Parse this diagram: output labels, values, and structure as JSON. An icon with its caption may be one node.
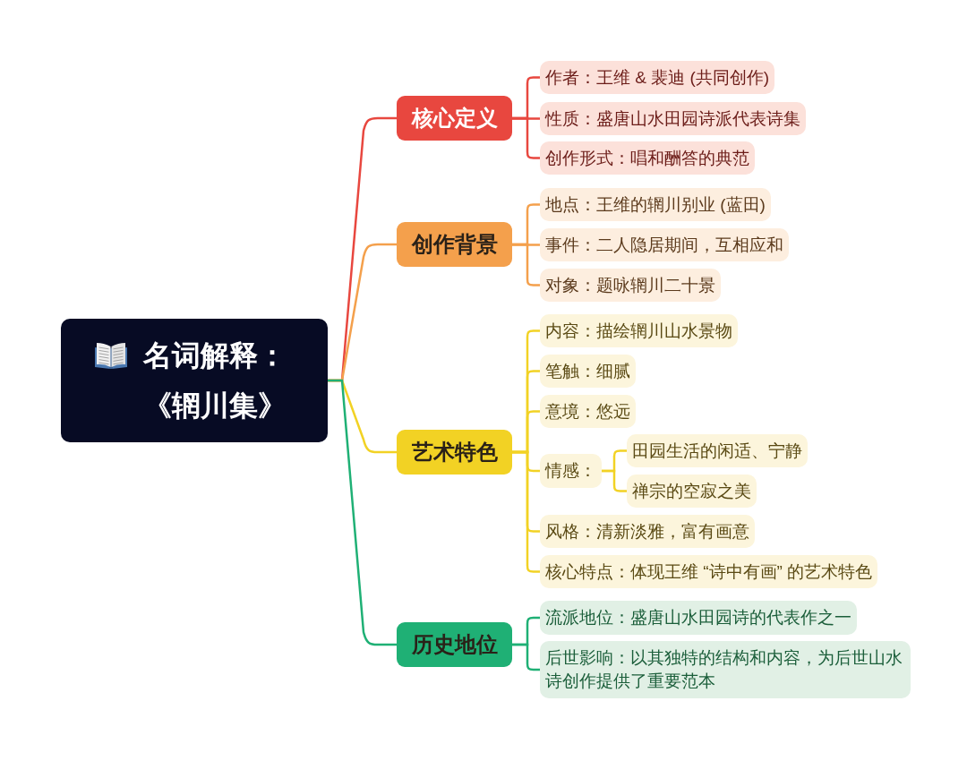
{
  "diagram": {
    "nodes": [
      {
        "text": [
          "名词解释：《辋川集》"
        ]
      },
      {
        "text": [
          "核心定义"
        ]
      },
      {
        "text": [
          "作者：王维 & 裴迪 (共同创作)"
        ]
      },
      {
        "text": [
          "性质：盛唐山水田园诗派代表诗集"
        ]
      },
      {
        "text": [
          "创作形式：唱和酬答的典范"
        ]
      },
      {
        "text": [
          "创作背景"
        ]
      },
      {
        "text": [
          "地点：王维的辋川别业 (蓝田)"
        ]
      },
      {
        "text": [
          "事件：二人隐居期间，互相应和"
        ]
      },
      {
        "text": [
          "对象：题咏辋川二十景"
        ]
      },
      {
        "text": [
          "艺术特色"
        ]
      },
      {
        "text": [
          "内容：描绘辋川山水景物"
        ]
      },
      {
        "text": [
          "笔触：细腻"
        ]
      },
      {
        "text": [
          "意境：悠远"
        ]
      },
      {
        "text": [
          "情感："
        ]
      },
      {
        "text": [
          "田园生活的闲适、宁静"
        ]
      },
      {
        "text": [
          "禅宗的空寂之美"
        ]
      },
      {
        "text": [
          "风格：清新淡雅，富有画意"
        ]
      },
      {
        "text": [
          "核心特点：体现王维 “诗中有画” 的艺术特色"
        ]
      },
      {
        "text": [
          "历史地位"
        ]
      },
      {
        "text": [
          "流派地位：盛唐山水田园诗的代表作之一"
        ]
      },
      {
        "text": [
          "后世影响：以其独特的结构和内容，为后世山水诗创作提供了重要范本"
        ]
      }
    ],
    "edges": [
      {
        "from": 0,
        "to": 1,
        "arrow": "none",
        "color": "#e8473f"
      },
      {
        "from": 1,
        "to": 2,
        "arrow": "none",
        "color": "#e8473f"
      },
      {
        "from": 1,
        "to": 3,
        "arrow": "none",
        "color": "#e8473f"
      },
      {
        "from": 1,
        "to": 4,
        "arrow": "none",
        "color": "#e8473f"
      },
      {
        "from": 0,
        "to": 5,
        "arrow": "none",
        "color": "#f4a04c"
      },
      {
        "from": 5,
        "to": 6,
        "arrow": "none",
        "color": "#f4a04c"
      },
      {
        "from": 5,
        "to": 7,
        "arrow": "none",
        "color": "#f4a04c"
      },
      {
        "from": 5,
        "to": 8,
        "arrow": "none",
        "color": "#f4a04c"
      },
      {
        "from": 0,
        "to": 9,
        "arrow": "none"
      },
      {
        "from": 9,
        "to": 10,
        "arrow": "none"
      },
      {
        "from": 9,
        "to": 11,
        "arrow": "none"
      },
      {
        "from": 9,
        "to": 12,
        "arrow": "none"
      },
      {
        "from": 9,
        "to": 13,
        "arrow": "none"
      },
      {
        "from": 13,
        "to": 14,
        "arrow": "none"
      },
      {
        "from": 13,
        "to": 15,
        "arrow": "none"
      },
      {
        "from": 9,
        "to": 16,
        "arrow": "none"
      },
      {
        "from": 9,
        "to": 17,
        "arrow": "none"
      },
      {
        "from": 0,
        "to": 18,
        "arrow": "none",
        "color": "#1fb075"
      },
      {
        "from": 18,
        "to": 19,
        "arrow": "none",
        "color": "#1fb075"
      },
      {
        "from": 18,
        "to": 20,
        "arrow": "none",
        "color": "#1fb075"
      }
    ]
  }
}
